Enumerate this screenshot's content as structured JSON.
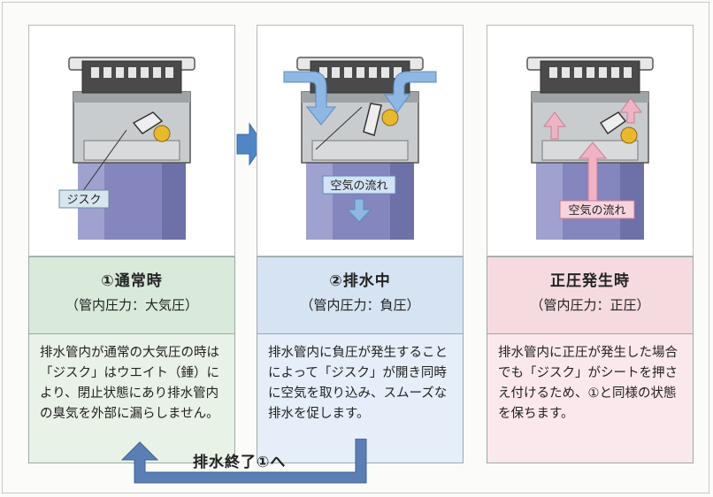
{
  "panels": [
    {
      "title": "①通常時",
      "subtitle": "（管内圧力：大気圧）",
      "body": "排水管内が通常の大気圧の時は「ジスク」はウエイト（錘）により、閉止状態にあり排水管内の臭気を外部に漏らしません。",
      "callout": "ジスク"
    },
    {
      "title": "②排水中",
      "subtitle": "（管内圧力：負圧）",
      "body": "排水管内に負圧が発生することによって「ジスク」が開き同時に空気を取り込み、スムーズな排水を促します。",
      "callout": "空気の流れ"
    },
    {
      "title": "正圧発生時",
      "subtitle": "（管内圧力：正圧）",
      "body": "排水管内に正圧が発生した場合でも「ジスク」がシートを押さえ付けるため、①と同様の状態を保ちます。",
      "callout": "空気の流れ"
    }
  ],
  "return_label": "排水終了①へ",
  "colors": {
    "green_head": "#d9eadb",
    "blue_head": "#d5e3f3",
    "pink_head": "#f5dbe0",
    "arrow_blue": "#5b7fb5",
    "air_blue": "#8fb7e3",
    "air_pink": "#efb3c4",
    "pipe_purple": "#8486bd"
  }
}
